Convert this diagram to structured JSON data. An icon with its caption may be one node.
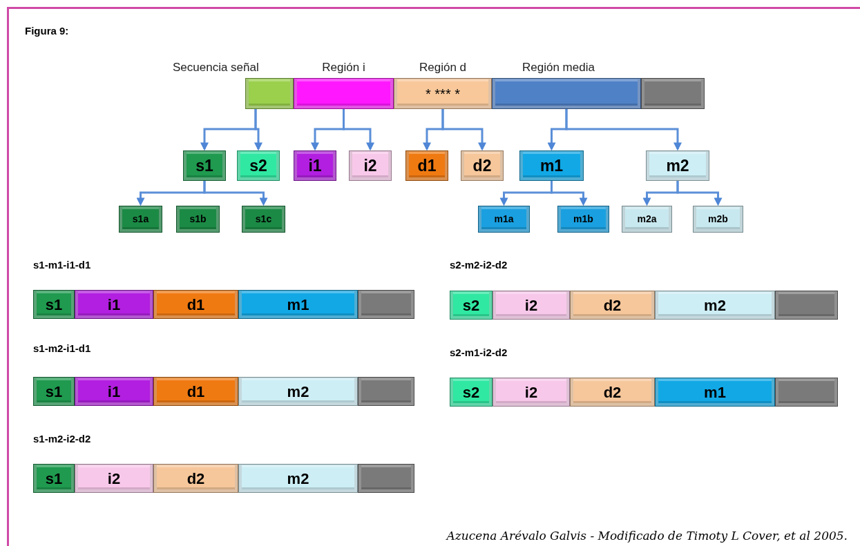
{
  "diagram": {
    "title": "Figura 9:",
    "caption": "Azucena Arévalo Galvis - Modificado de Timoty L Cover, et al 2005.",
    "nodes": [
      {
        "text": [
          "Secuencia señal"
        ]
      },
      {
        "text": [
          "Región i"
        ]
      },
      {
        "text": [
          "Región d",
          "* *** *"
        ]
      },
      {
        "text": [
          "Región media"
        ]
      },
      {
        "text": [],
        "shape": "box"
      },
      {
        "text": [
          "s1"
        ]
      },
      {
        "text": [
          "s2"
        ]
      },
      {
        "text": [
          "i1"
        ]
      },
      {
        "text": [
          "i2"
        ]
      },
      {
        "text": [
          "d1"
        ]
      },
      {
        "text": [
          "d2"
        ]
      },
      {
        "text": [
          "m1"
        ]
      },
      {
        "text": [
          "m2"
        ]
      },
      {
        "text": [
          "s1a"
        ]
      },
      {
        "text": [
          "s1b"
        ]
      },
      {
        "text": [
          "s1c"
        ]
      },
      {
        "text": [
          "m1a"
        ]
      },
      {
        "text": [
          "m1b"
        ]
      },
      {
        "text": [
          "m2a"
        ]
      },
      {
        "text": [
          "m2b"
        ]
      },
      {
        "text": [
          "s1-m1-i1-d1"
        ]
      },
      {
        "text": [
          "s1"
        ],
        "in": 20
      },
      {
        "text": [
          "i1"
        ],
        "in": 20
      },
      {
        "text": [
          "d1"
        ],
        "in": 20
      },
      {
        "text": [
          "m1"
        ],
        "in": 20
      },
      {
        "text": [],
        "shape": "box",
        "in": 20
      },
      {
        "text": [
          "s2-m2-i2-d2"
        ]
      },
      {
        "text": [
          "s2"
        ],
        "in": 26
      },
      {
        "text": [
          "i2"
        ],
        "in": 26
      },
      {
        "text": [
          "d2"
        ],
        "in": 26
      },
      {
        "text": [
          "m2"
        ],
        "in": 26
      },
      {
        "text": [],
        "shape": "box",
        "in": 26
      },
      {
        "text": [
          "s1-m2-i1-d1"
        ]
      },
      {
        "text": [
          "s1"
        ],
        "in": 32
      },
      {
        "text": [
          "i1"
        ],
        "in": 32
      },
      {
        "text": [
          "d1"
        ],
        "in": 32
      },
      {
        "text": [
          "m2"
        ],
        "in": 32
      },
      {
        "text": [],
        "shape": "box",
        "in": 32
      },
      {
        "text": [
          "s2-m1-i2-d2"
        ]
      },
      {
        "text": [
          "s2"
        ],
        "in": 38
      },
      {
        "text": [
          "i2"
        ],
        "in": 38
      },
      {
        "text": [
          "d2"
        ],
        "in": 38
      },
      {
        "text": [
          "m1"
        ],
        "in": 38
      },
      {
        "text": [],
        "shape": "box",
        "in": 38
      },
      {
        "text": [
          "s1-m2-i2-d2"
        ]
      },
      {
        "text": [
          "s1"
        ],
        "in": 44
      },
      {
        "text": [
          "i2"
        ],
        "in": 44
      },
      {
        "text": [
          "d2"
        ],
        "in": 44
      },
      {
        "text": [
          "m2"
        ],
        "in": 44
      },
      {
        "text": [],
        "shape": "box",
        "in": 44
      }
    ],
    "edges": [
      {
        "from": 0,
        "to": 5,
        "arrow": "to"
      },
      {
        "from": 0,
        "to": 6,
        "arrow": "to"
      },
      {
        "from": 1,
        "to": 7,
        "arrow": "to"
      },
      {
        "from": 1,
        "to": 8,
        "arrow": "to"
      },
      {
        "from": 2,
        "to": 9,
        "arrow": "to"
      },
      {
        "from": 2,
        "to": 10,
        "arrow": "to"
      },
      {
        "from": 3,
        "to": 11,
        "arrow": "to"
      },
      {
        "from": 3,
        "to": 12,
        "arrow": "to"
      },
      {
        "from": 5,
        "to": 13,
        "arrow": "to"
      },
      {
        "from": 5,
        "to": 15,
        "arrow": "to"
      },
      {
        "from": 11,
        "to": 16,
        "arrow": "to"
      },
      {
        "from": 11,
        "to": 17,
        "arrow": "to"
      },
      {
        "from": 12,
        "to": 18,
        "arrow": "to"
      },
      {
        "from": 12,
        "to": 19,
        "arrow": "to"
      }
    ]
  }
}
